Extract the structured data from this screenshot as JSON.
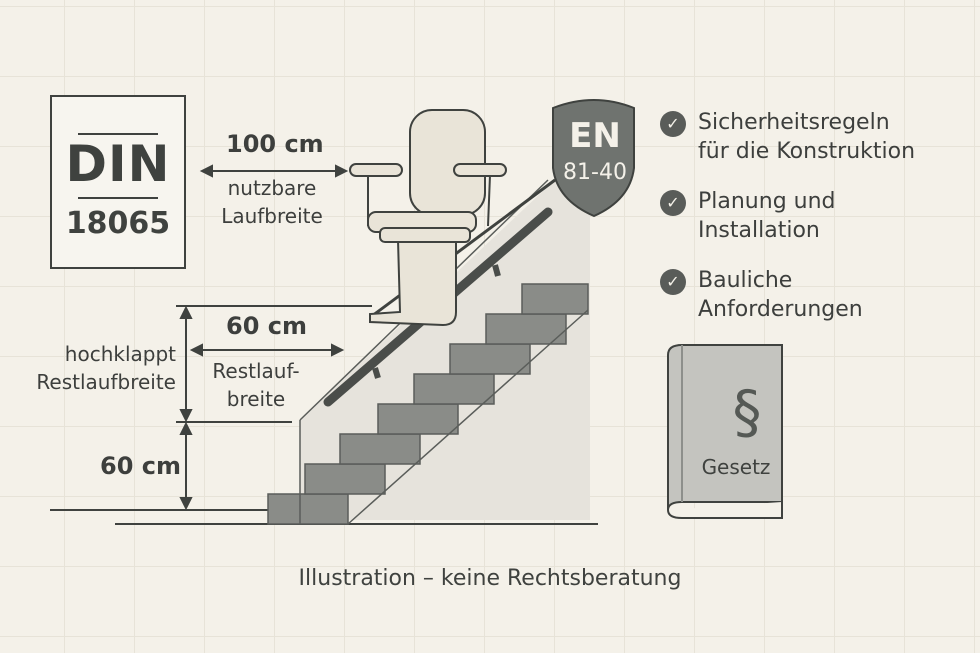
{
  "standard": {
    "name": "DIN",
    "number": "18065"
  },
  "norm_badge": {
    "title": "EN",
    "number": "81-40"
  },
  "measurements": {
    "usable_width_value": "100 cm",
    "usable_width_label_1": "nutzbare",
    "usable_width_label_2": "Laufbreite",
    "remaining_width_value": "60 cm",
    "remaining_width_label_1": "Restlauf-",
    "remaining_width_label_2": "breite",
    "folded_label_1": "hochklappt",
    "folded_label_2": "Restlaufbreite",
    "height_value": "60 cm"
  },
  "checklist": [
    {
      "line1": "Sicherheitsregeln",
      "line2": "für die Konstruktion"
    },
    {
      "line1": "Planung und",
      "line2": "Installation"
    },
    {
      "line1": "Bauliche",
      "line2": "Anforderungen"
    }
  ],
  "law_book": {
    "symbol": "§",
    "label": "Gesetz"
  },
  "footer": "Illustration – keine Rechtsberatung",
  "colors": {
    "background": "#f4f1e9",
    "ink": "#3d3f3d",
    "shield": "#6f736f",
    "stairs": "#8a8c88",
    "chair": "#e9e4d8"
  }
}
